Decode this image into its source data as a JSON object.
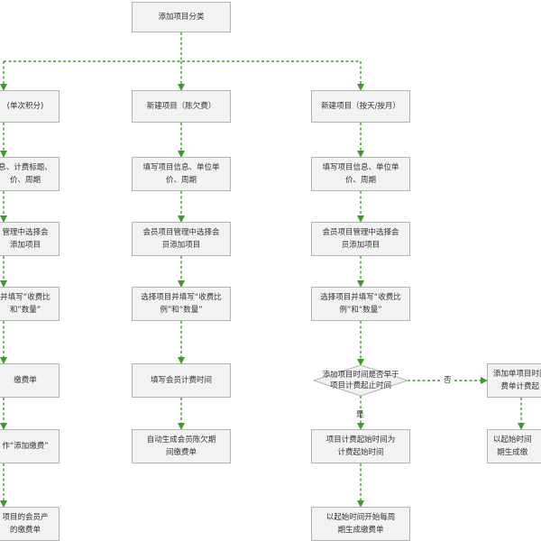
{
  "nodes": {
    "root": "添加项目分类",
    "c1_header": "(单次积分)",
    "c1_info": "息、计费标题、\n价、周期",
    "c1_member": "管理中选择会\n添加项目",
    "c1_fill": "并填写“收费比\n和”数量”",
    "c1_bill": "缴费单",
    "c1_op": "作“添加缴费”",
    "c1_last": "项目的会员产\n的缴费单",
    "c2_header": "新建项目（陈欠费）",
    "c2_info": "填写项目信息、单位单\n价、周期",
    "c2_member": "会员项目管理中选择会\n员添加项目",
    "c2_fill": "选择项目并填写“收费比\n例”和“数量”",
    "c2_time": "填写会员计费时间",
    "c2_auto": "自动生成会员陈欠期\n间缴费单",
    "c3_header": "新建项目（按天/按月）",
    "c3_info": "填写项目信息、单位单\n价、周期",
    "c3_member": "会员项目管理中选择会\n员添加项目",
    "c3_fill": "选择项目并填写“收费比\n例”和“数量”",
    "c3_decision": "添加项目时间是否早于\n项目计费起止时间",
    "c3_start": "项目计费起始时间为\n计费起始时间",
    "c3_gen": "以起始时间开始每周\n期生成缴费单",
    "c4_add": "添加单项目时间\n费单计费起",
    "c4_gen": "以起始时间\n期生成缴"
  },
  "edge_labels": {
    "yes": "是",
    "no": "否"
  },
  "colors": {
    "arrow": "#3c9b2a",
    "box_fill": "#f2f2f2",
    "box_border": "#b3b3b3"
  }
}
